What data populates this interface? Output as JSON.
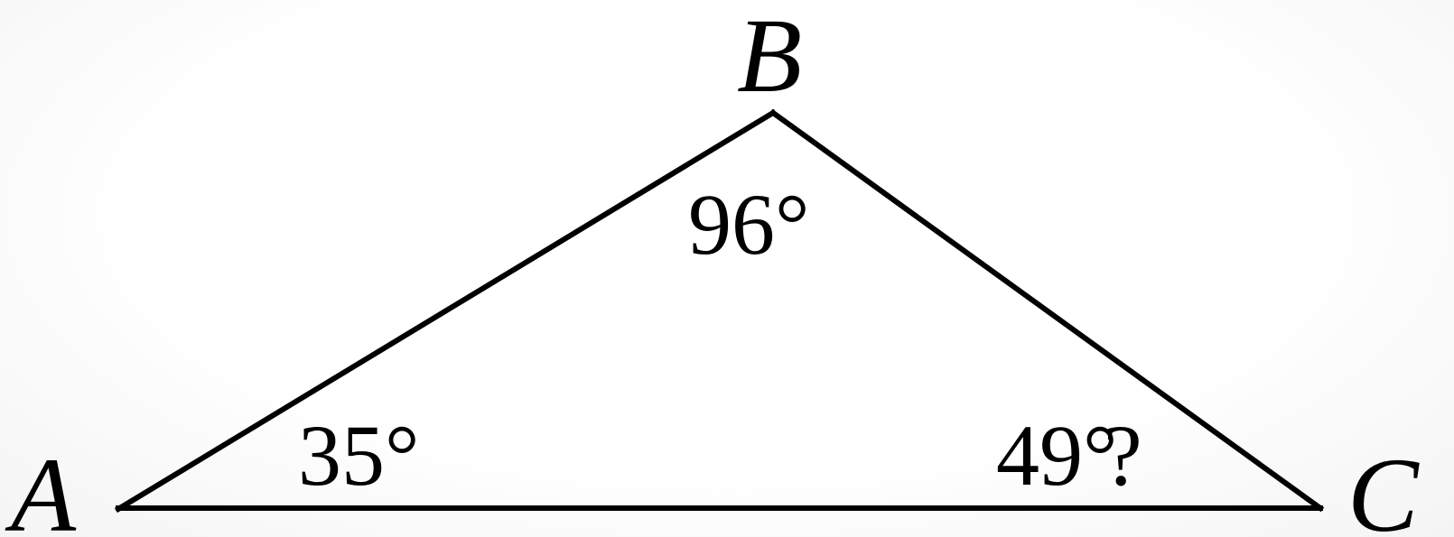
{
  "diagram": {
    "vertices": {
      "A": "A",
      "B": "B",
      "C": "C"
    },
    "angles": {
      "B": "96°",
      "A": "35°",
      "C": "49°",
      "C_overlay": "?"
    },
    "colors": {
      "stroke": "#000000",
      "background": "#ffffff"
    }
  }
}
